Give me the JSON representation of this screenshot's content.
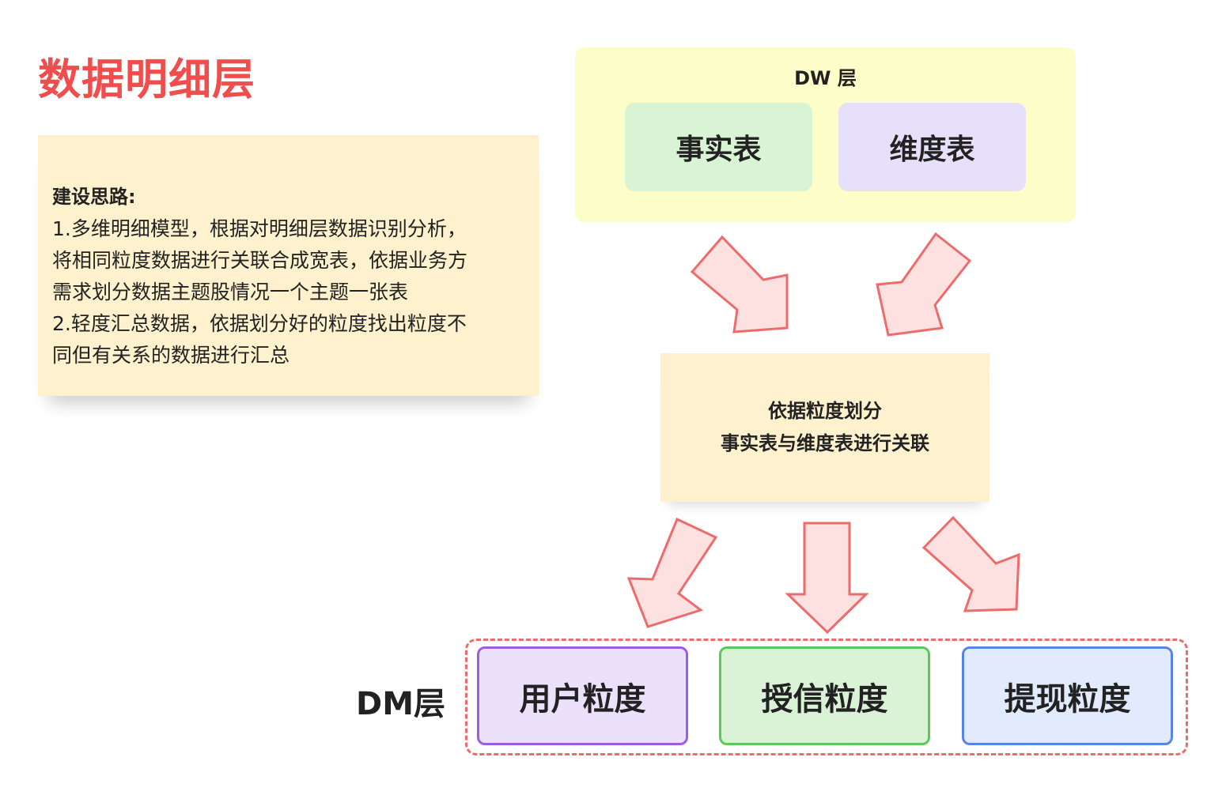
{
  "title": "数据明细层",
  "note": {
    "heading": "建设思路:",
    "lines": [
      "1.多维明细模型，根据对明细层数据识别分析，",
      "将相同粒度数据进行关联合成宽表，依据业务方",
      "需求划分数据主题股情况一个主题一张表",
      "2.轻度汇总数据，依据划分好的粒度找出粒度不",
      "同但有关系的数据进行汇总"
    ]
  },
  "dw": {
    "label": "DW 层",
    "fact_table": "事实表",
    "dimension_table": "维度表"
  },
  "middle": {
    "line1": "依据粒度划分",
    "line2": "事实表与维度表进行关联"
  },
  "dm": {
    "label": "DM层",
    "granularities": [
      "用户粒度",
      "授信粒度",
      "提现粒度"
    ]
  },
  "colors": {
    "title": "#f04d4d",
    "arrow_fill": "#fde1e1",
    "arrow_stroke": "#ee6b6b",
    "note_bg": "#fef1cd",
    "dw_bg": "#fdfdc9",
    "fact_bg": "#d9f3d5",
    "dim_bg": "#e7e0fa",
    "user_border": "#9b5de5",
    "credit_border": "#5cc75c",
    "cash_border": "#5585e8"
  }
}
